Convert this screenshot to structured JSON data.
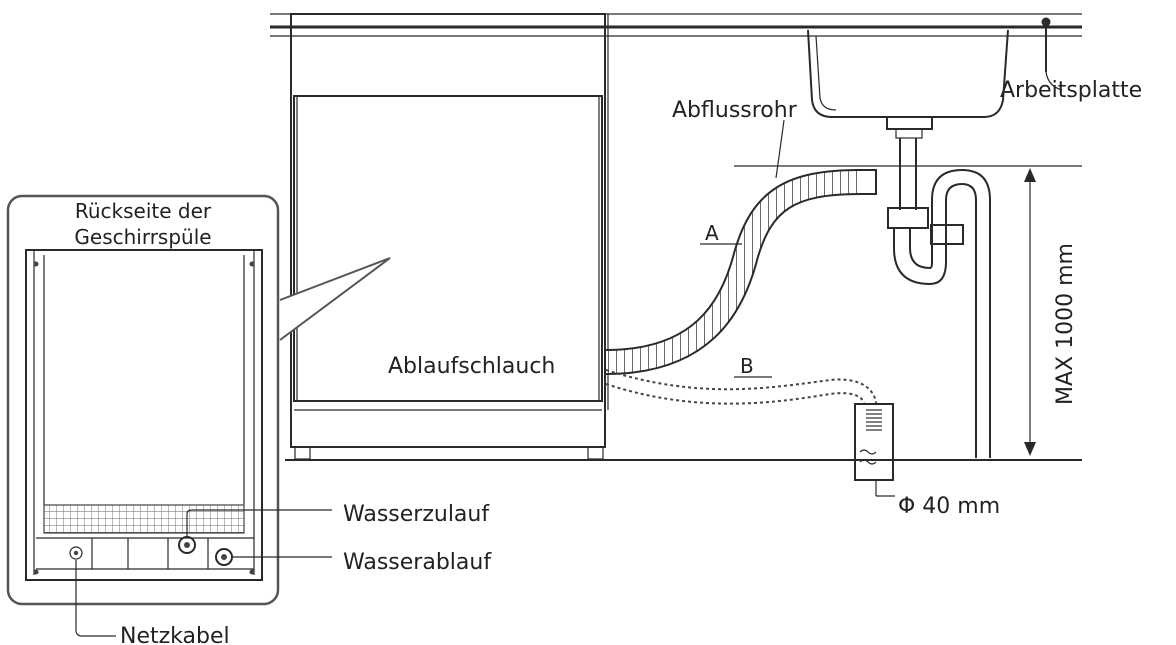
{
  "labels": {
    "countertop": "Arbeitsplatte",
    "drain_pipe": "Abflussrohr",
    "drain_hose": "Ablaufschlauch",
    "option_a": "A",
    "option_b": "B",
    "max_height": "MAX 1000 mm",
    "diameter": "Φ 40 mm",
    "back_side_line1": "Rückseite der",
    "back_side_line2": "Geschirrspüle",
    "water_inlet": "Wasserzulauf",
    "water_outlet": "Wasserablauf",
    "power_cable": "Netzkabel"
  },
  "colors": {
    "line": "#2a2a2a",
    "panel_border": "#555555",
    "background": "#ffffff"
  }
}
